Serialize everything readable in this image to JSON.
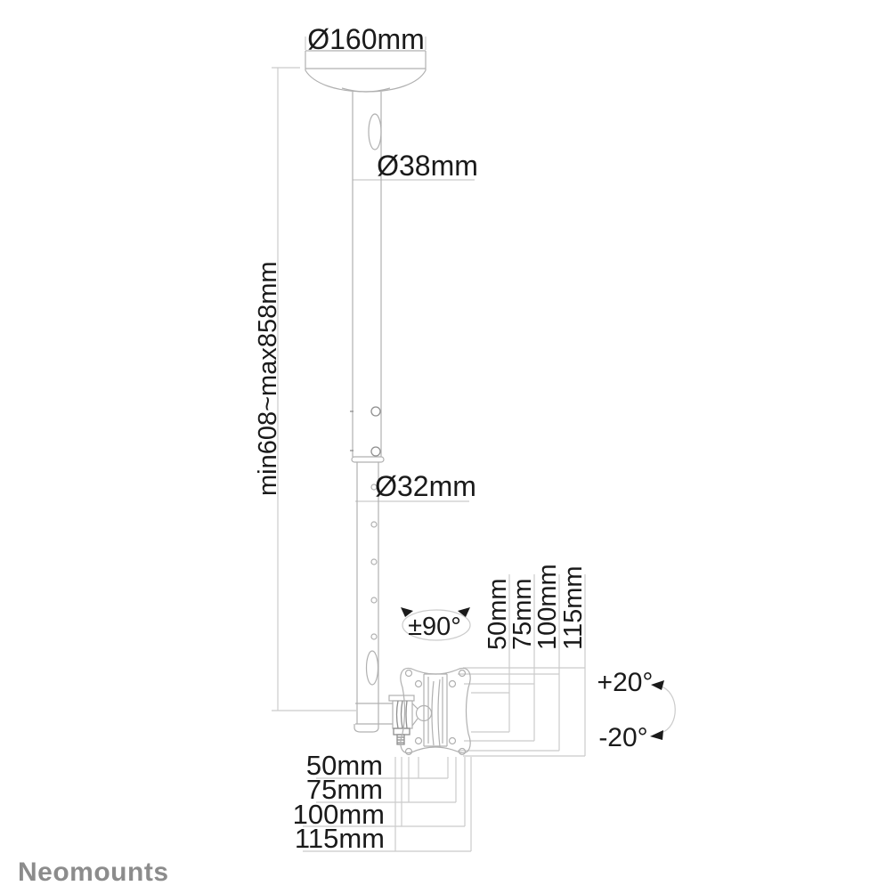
{
  "brand": "Neomounts",
  "labels": {
    "ceiling_plate_diameter": "Ø160mm",
    "upper_pole_diameter": "Ø38mm",
    "lower_pole_diameter": "Ø32mm",
    "height_range": "min608~max858mm",
    "swivel_range": "±90°",
    "tilt_up": "+20°",
    "tilt_down": "-20°"
  },
  "vesa_vertical_labels": [
    "50mm",
    "75mm",
    "100mm",
    "115mm"
  ],
  "vesa_horizontal_labels": [
    "50mm",
    "75mm",
    "100mm",
    "115mm"
  ],
  "colors": {
    "background": "#ffffff",
    "text": "#1a1a1a",
    "product_line": "#b0b0b0",
    "dimension_line": "#cbcbcb",
    "brand_text": "#8c8c8c"
  }
}
